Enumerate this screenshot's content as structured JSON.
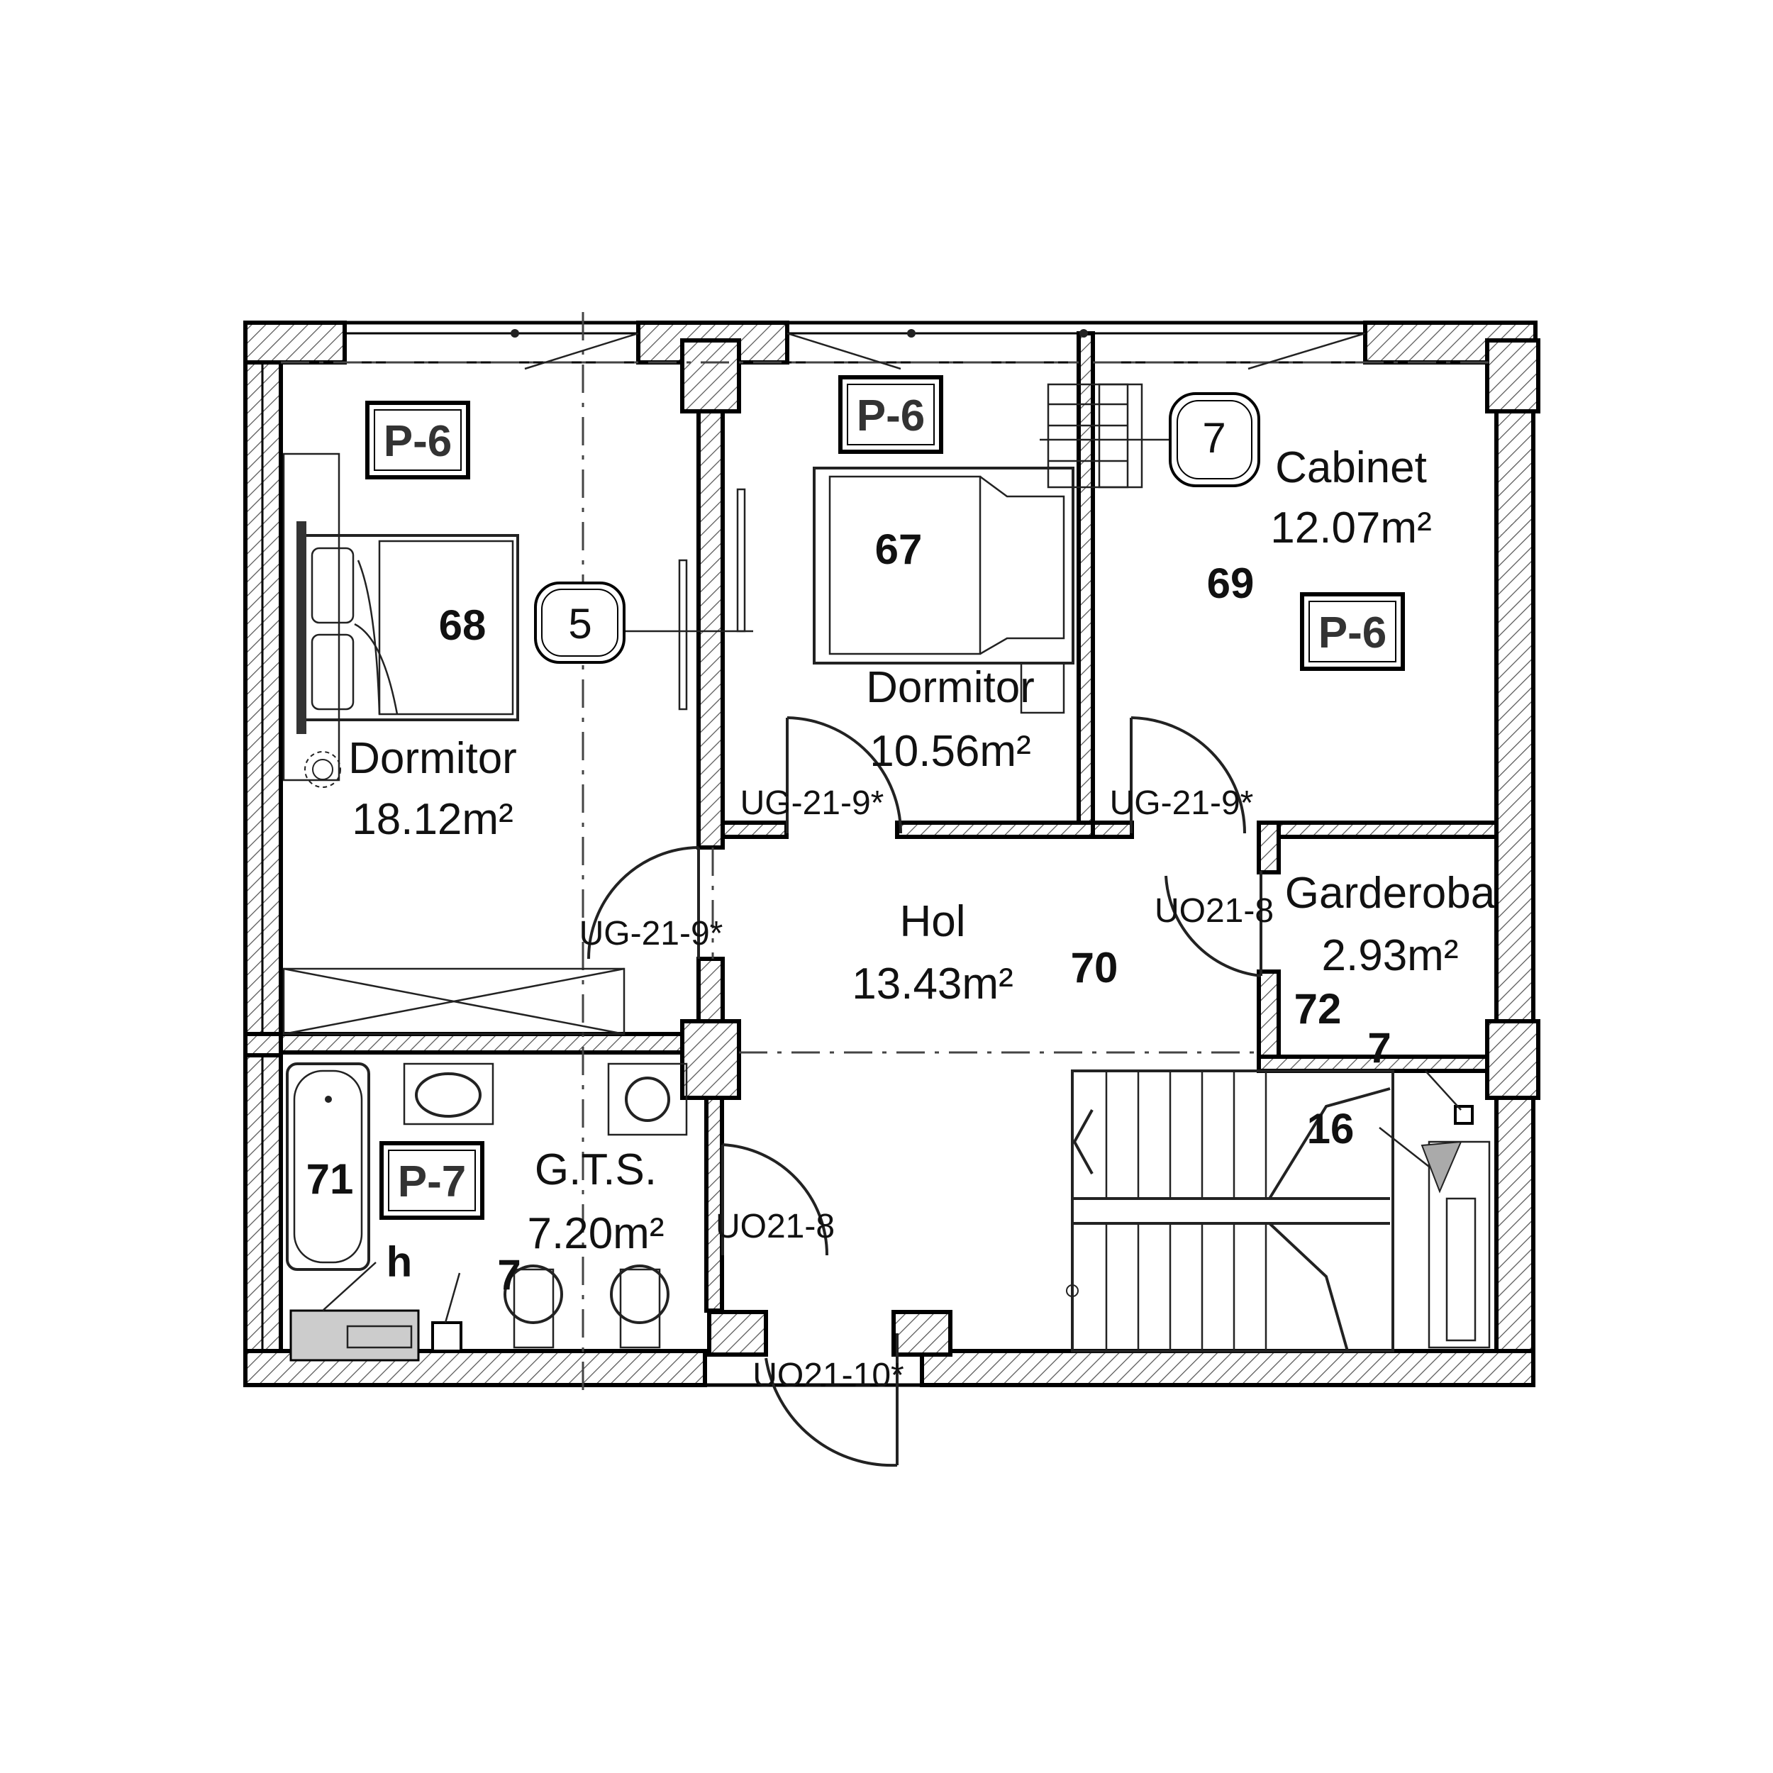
{
  "rooms": [
    {
      "id": "r68",
      "name": "Dormitor",
      "area": "18.12m²",
      "number": "68"
    },
    {
      "id": "r67",
      "name": "Dormitor",
      "area": "10.56m²",
      "number": "67"
    },
    {
      "id": "r69",
      "name": "Cabinet",
      "area": "12.07m²",
      "number": "69"
    },
    {
      "id": "r70",
      "name": "Hol",
      "area": "13.43m²",
      "number": "70"
    },
    {
      "id": "r72",
      "name": "Garderoba",
      "area": "2.93m²",
      "number": "72"
    },
    {
      "id": "r71",
      "name": "G.T.S.",
      "area": "7.20m²",
      "number": "71"
    }
  ],
  "floor_tags": [
    "P-6",
    "P-6",
    "P-6",
    "P-7"
  ],
  "door_tags": [
    "UG-21-9*",
    "UG-21-9*",
    "UG-21-9*",
    "UO21-8",
    "UO21-8",
    "UO21-10*"
  ],
  "callouts": {
    "c5": "5",
    "c7": "7"
  },
  "labels": {
    "seven_a": "7",
    "seven_b": "7",
    "sixteen": "16",
    "h": "h"
  }
}
